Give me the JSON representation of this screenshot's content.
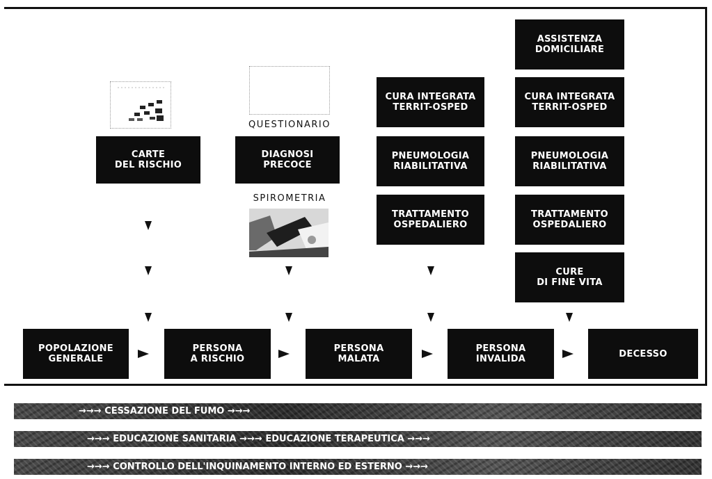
{
  "stages": [
    {
      "label": "POPOLAZIONE\nGENERALE"
    },
    {
      "label": "PERSONA\nA RISCHIO"
    },
    {
      "label": "PERSONA\nMALATA"
    },
    {
      "label": "PERSONA\nINVALIDA"
    },
    {
      "label": "DECESSO"
    }
  ],
  "col1": {
    "box": "CARTE\nDEL RISCHIO"
  },
  "col2": {
    "label_top": "QUESTIONARIO",
    "box": "DIAGNOSI\nPRECOCE",
    "label_bottom": "SPIROMETRIA"
  },
  "col3": {
    "boxes": [
      "CURA INTEGRATA\nTERRIT-OSPED",
      "PNEUMOLOGIA\nRIABILITATIVA",
      "TRATTAMENTO\nOSPEDALIERO"
    ]
  },
  "col4": {
    "boxes": [
      "ASSISTENZA\nDOMICILIARE",
      "CURA INTEGRATA\nTERRIT-OSPED",
      "PNEUMOLOGIA\nRIABILITATIVA",
      "TRATTAMENTO\nOSPEDALIERO",
      "CURE\nDI FINE VITA"
    ]
  },
  "bands": [
    {
      "text": "→→→ CESSAZIONE DEL FUMO →→→"
    },
    {
      "text": "→→→ EDUCAZIONE SANITARIA →→→ EDUCAZIONE TERAPEUTICA →→→"
    },
    {
      "text": "→→→ CONTROLLO DELL'INQUINAMENTO INTERNO ED ESTERNO →→→"
    }
  ],
  "colors": {
    "box": "#0d0d0d",
    "text": "#ffffff",
    "band": "#3a3a3a"
  }
}
